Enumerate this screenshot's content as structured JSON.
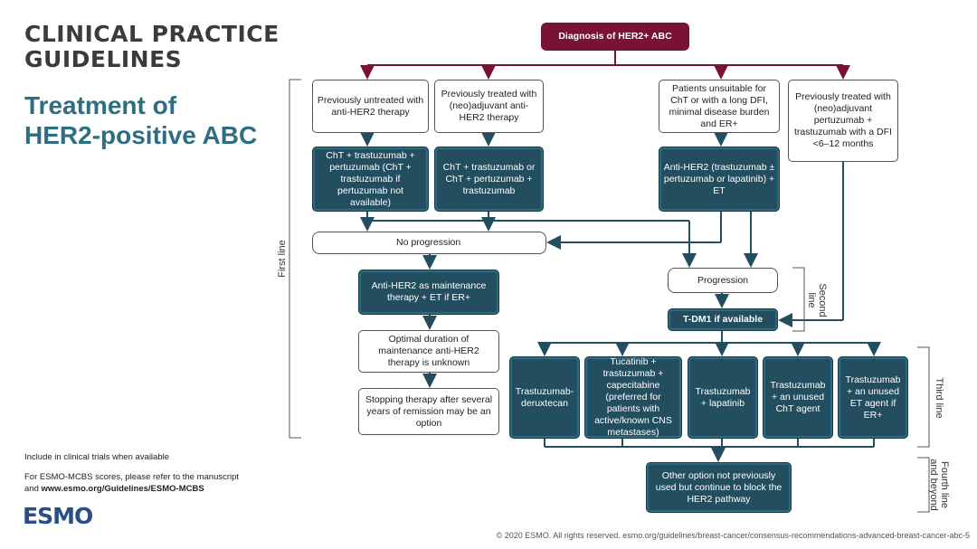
{
  "header": {
    "brand_line1": "CLINICAL PRACTICE",
    "brand_line2": "GUIDELINES",
    "title_line1": "Treatment of",
    "title_line2": "HER2-positive ABC"
  },
  "notes": {
    "trials": "Include in clinical trials when available",
    "mcbs_prefix": "For ESMO-MCBS scores, please refer to the manuscript",
    "mcbs_and": "and ",
    "mcbs_link": "www.esmo.org/Guidelines/ESMO-MCBS"
  },
  "logo": {
    "text": "ESMO"
  },
  "copyright": "© 2020 ESMO. All rights reserved. esmo.org/guidelines/breast-cancer/consensus-recommendations-advanced-breast-cancer-abc-5",
  "flow": {
    "diagnosis": "Diagnosis of HER2+ ABC",
    "untreated": "Previously untreated with anti-HER2 therapy",
    "neoadj": "Previously treated with (neo)adjuvant anti-HER2 therapy",
    "unsuitable": "Patients unsuitable for ChT or with a long DFI, minimal disease burden and ER+",
    "pertuzumab_dfi": "Previously treated with (neo)adjuvant pertuzumab + trastuzumab with a DFI <6–12 months",
    "cht_tp": "ChT + trastuzumab + pertuzumab (ChT + trastuzumab if pertuzumab not available)",
    "cht_t": "ChT + trastuzumab or ChT + pertuzumab + trastuzumab",
    "antiher2_et": "Anti-HER2 (trastuzumab ± pertuzumab or lapatinib) + ET",
    "no_progression": "No progression",
    "maintenance": "Anti-HER2 as maintenance therapy + ET if ER+",
    "optimal_duration": "Optimal duration of maintenance anti-HER2 therapy is unknown",
    "stopping": "Stopping therapy after several years of remission may be an option",
    "progression": "Progression",
    "tdm1": "T-DM1 if available",
    "t_dxd": "Trastuzumab-deruxtecan",
    "tucatinib": "Tucatinib + trastuzumab + capecitabine (preferred for patients with active/known CNS metastases)",
    "t_lapatinib": "Trastuzumab + lapatinib",
    "t_cht": "Trastuzumab + an unused ChT agent",
    "t_et": "Trastuzumab + an unused ET agent if ER+",
    "other_option": "Other option not previously used but continue to block the HER2 pathway"
  },
  "lines": {
    "first": "First line",
    "second_a": "Second",
    "second_b": "line",
    "third": "Third line",
    "fourth_a": "Fourth line",
    "fourth_b": "and beyond"
  },
  "colors": {
    "maroon": "#7a1236",
    "dark_teal": "#234e5f",
    "title_teal": "#2f6e80"
  }
}
